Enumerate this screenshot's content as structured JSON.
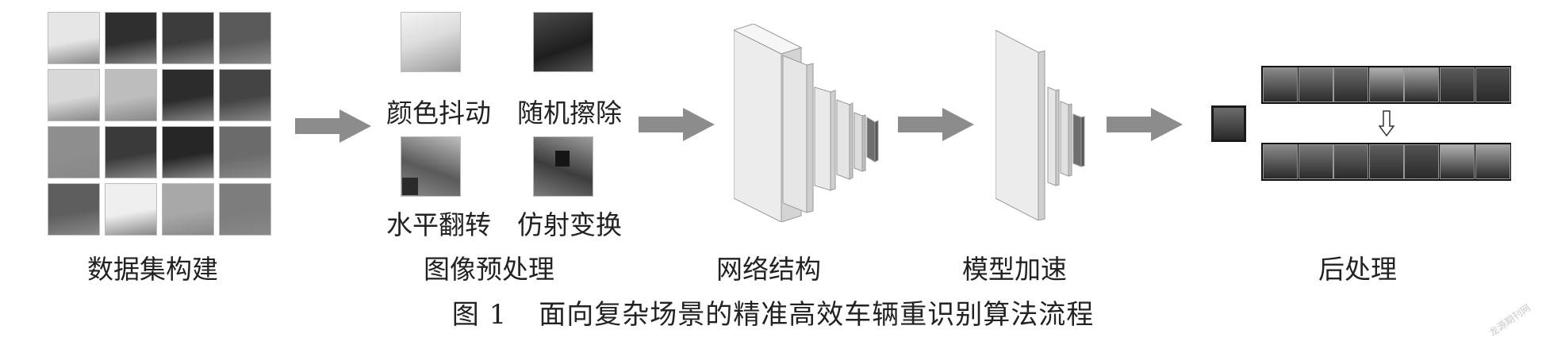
{
  "stages": {
    "dataset": {
      "label": "数据集构建"
    },
    "preprocess": {
      "label": "图像预处理",
      "augmentations": {
        "color_jitter": "颜色抖动",
        "random_erasing": "随机擦除",
        "horizontal_flip": "水平翻转",
        "affine_transform": "仿射变换"
      }
    },
    "network": {
      "label": "网络结构"
    },
    "acceleration": {
      "label": "模型加速"
    },
    "postprocess": {
      "label": "后处理"
    }
  },
  "caption": {
    "figure_number": "图 1",
    "title": "面向复杂场景的精准高效车辆重识别算法流程"
  },
  "watermark": "龙源期刊网",
  "colors": {
    "arrow": "#8c8c8c",
    "layer_face": "#e9e9e9",
    "layer_side": "#cfcfcf",
    "dark_layer": "#6e6e6e",
    "thumb_dark": "#3a3a3a",
    "thumb_light": "#cfcfcf"
  }
}
